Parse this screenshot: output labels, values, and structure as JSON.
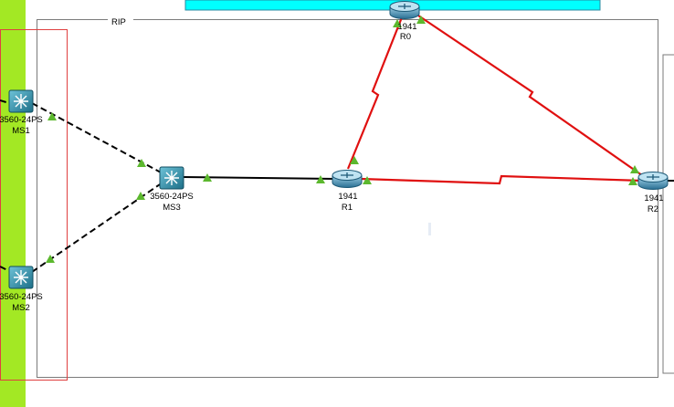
{
  "area_label": "RIP",
  "colors": {
    "green_area": "#a3e824",
    "cyan_area": "#00ffff",
    "red_box": "#e04040",
    "serial_link": "#e01010",
    "ethernet_link": "#000000",
    "link_up": "#5cb82e",
    "switch_body": "#2b8ca6",
    "router_body": "#3b84a8"
  },
  "devices": [
    {
      "id": "ms1",
      "kind": "switch",
      "model": "3560-24PS",
      "name": "MS1"
    },
    {
      "id": "ms2",
      "kind": "switch",
      "model": "3560-24PS",
      "name": "MS2"
    },
    {
      "id": "ms3",
      "kind": "switch",
      "model": "3560-24PS",
      "name": "MS3"
    },
    {
      "id": "r0",
      "kind": "router",
      "model": "1941",
      "name": "R0"
    },
    {
      "id": "r1",
      "kind": "router",
      "model": "1941",
      "name": "R1"
    },
    {
      "id": "r2",
      "kind": "router",
      "model": "1941",
      "name": "R2"
    }
  ],
  "links": [
    {
      "from": "ms1",
      "to": "ms3",
      "type": "dashed"
    },
    {
      "from": "ms2",
      "to": "ms3",
      "type": "dashed"
    },
    {
      "from": "ms3",
      "to": "r1",
      "type": "straight"
    },
    {
      "from": "r1",
      "to": "r0",
      "type": "serial"
    },
    {
      "from": "r0",
      "to": "r2",
      "type": "serial"
    },
    {
      "from": "r1",
      "to": "r2",
      "type": "serial"
    }
  ]
}
